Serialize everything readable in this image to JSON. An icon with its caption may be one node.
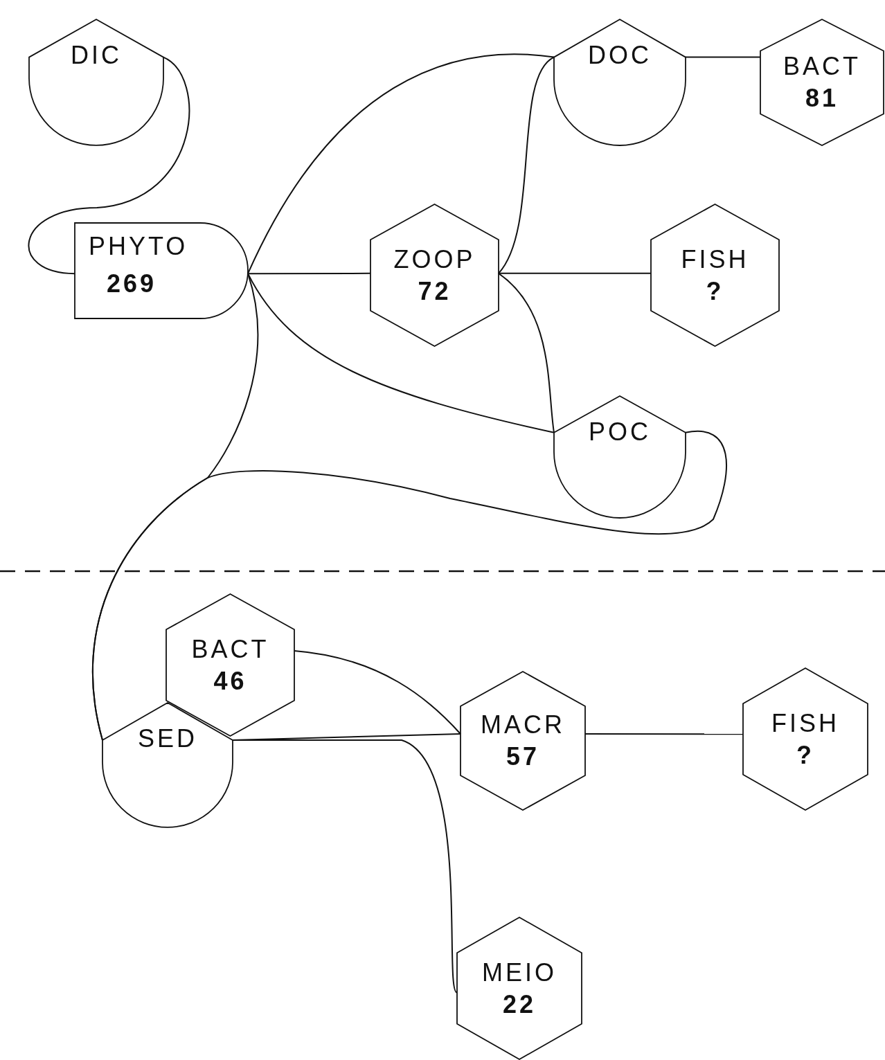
{
  "diagram": {
    "nodes": [
      {
        "text": [
          "DIC"
        ]
      },
      {
        "text": [
          "DOC"
        ]
      },
      {
        "text": [
          "BACT",
          "81"
        ]
      },
      {
        "text": [
          "PHYTO",
          "269"
        ]
      },
      {
        "text": [
          "ZOOP",
          "72"
        ]
      },
      {
        "text": [
          "FISH",
          "?"
        ]
      },
      {
        "text": [
          "POC"
        ]
      },
      {
        "text": [
          "BACT",
          "46"
        ]
      },
      {
        "text": [
          "SED"
        ]
      },
      {
        "text": [
          "MACR",
          "57"
        ]
      },
      {
        "text": [
          "FISH",
          "?"
        ]
      },
      {
        "text": [
          "MEIO",
          "22"
        ]
      }
    ],
    "edges": [
      {
        "from": 0,
        "to": 3,
        "arrow": "none"
      },
      {
        "from": 3,
        "to": 1,
        "arrow": "none"
      },
      {
        "from": 3,
        "to": 4,
        "arrow": "none"
      },
      {
        "from": 3,
        "to": 6,
        "arrow": "none"
      },
      {
        "from": 3,
        "to": 8,
        "arrow": "none"
      },
      {
        "from": 6,
        "to": 8,
        "arrow": "none"
      },
      {
        "from": 1,
        "to": 2,
        "arrow": "none"
      },
      {
        "from": 4,
        "to": 1,
        "arrow": "none"
      },
      {
        "from": 4,
        "to": 5,
        "arrow": "none"
      },
      {
        "from": 4,
        "to": 6,
        "arrow": "none"
      },
      {
        "from": 7,
        "to": 9,
        "arrow": "none"
      },
      {
        "from": 8,
        "to": 9,
        "arrow": "none"
      },
      {
        "from": 8,
        "to": 11,
        "arrow": "none"
      },
      {
        "from": 9,
        "to": 10,
        "arrow": "none"
      }
    ]
  }
}
